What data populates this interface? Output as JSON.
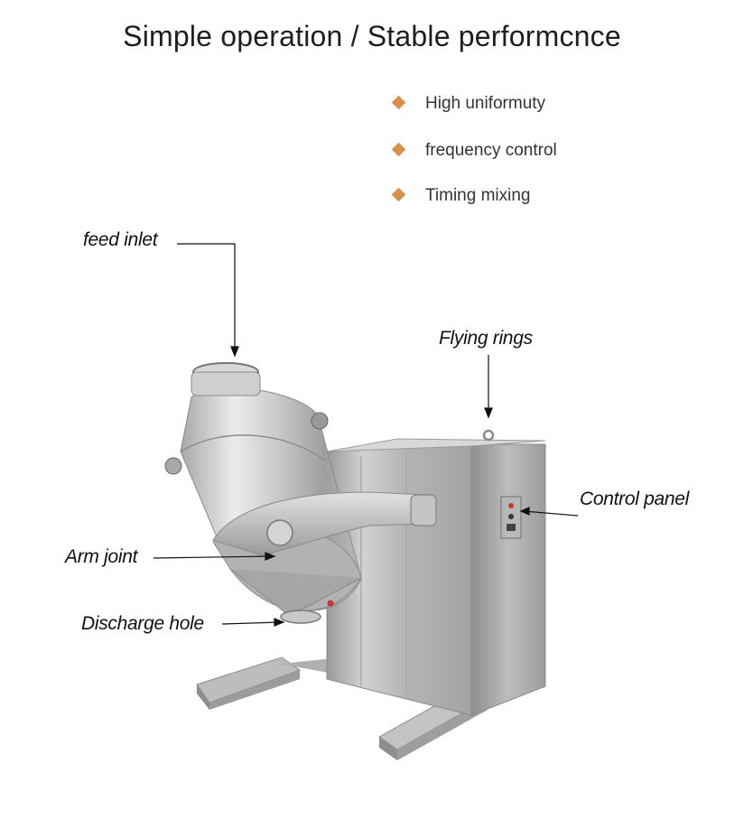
{
  "title": "Simple operation / Stable performcnce",
  "colors": {
    "bullet": "#d9904a",
    "steel_light": "#e4e4e4",
    "steel_mid": "#b9b9b9",
    "steel_dark": "#8c8c8c",
    "leader": "#111111"
  },
  "features": [
    {
      "label": "High uniformuty",
      "icon": "diamond-bullet-icon"
    },
    {
      "label": "frequency control",
      "icon": "diamond-bullet-icon"
    },
    {
      "label": "Timing mixing",
      "icon": "diamond-bullet-icon"
    }
  ],
  "callouts": {
    "feed_inlet": "feed inlet",
    "flying_rings": "Flying rings",
    "control_panel": "Control panel",
    "arm_joint": "Arm joint",
    "discharge_hole": "Discharge hole"
  }
}
